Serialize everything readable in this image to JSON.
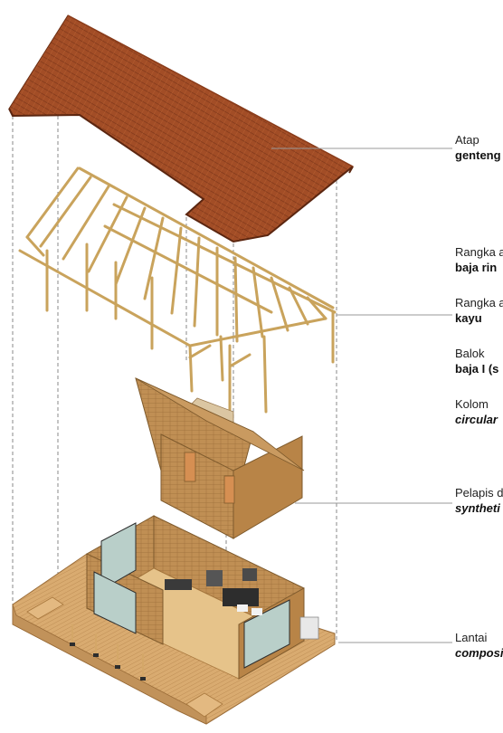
{
  "labels": {
    "atap": {
      "title": "Atap",
      "sub": "genteng"
    },
    "rangka_baja": {
      "title": "Rangka a",
      "sub": "baja rin"
    },
    "rangka_kayu": {
      "title": "Rangka a",
      "sub": "kayu"
    },
    "balok": {
      "title": "Balok",
      "sub": "baja I (s"
    },
    "kolom": {
      "title": "Kolom",
      "sub": "circular"
    },
    "pelapis": {
      "title": "Pelapis d",
      "sub": "syntheti"
    },
    "lantai": {
      "title": "Lantai",
      "sub": "composi"
    }
  },
  "colors": {
    "roof": "#a24d26",
    "roof_dark": "#7a3518",
    "timber": "#e2c07e",
    "timber_dark": "#b8914a",
    "wall": "#c08f54",
    "wall_dark": "#8f6432",
    "interior": "#dbc6a2",
    "deck": "#d9ab70",
    "deck_line": "#b9874e",
    "glass": "#b9cfc9",
    "leader": "#999999"
  }
}
